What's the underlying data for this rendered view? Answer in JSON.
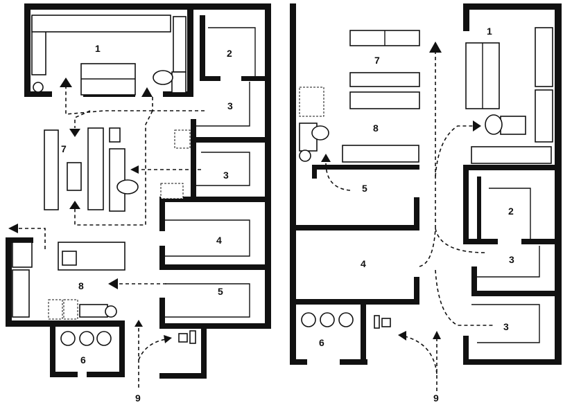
{
  "labels": {
    "left": {
      "room_1": "1",
      "room_2": "2",
      "room_3a": "3",
      "room_3b": "3",
      "room_4": "4",
      "room_5": "5",
      "room_6": "6",
      "room_7": "7",
      "room_8": "8",
      "entry_9": "9"
    },
    "right": {
      "room_1": "1",
      "room_2": "2",
      "room_3a": "3",
      "room_3b": "3",
      "room_4": "4",
      "room_5": "5",
      "room_6": "6",
      "room_7": "7",
      "room_8": "8",
      "entry_9": "9"
    }
  }
}
